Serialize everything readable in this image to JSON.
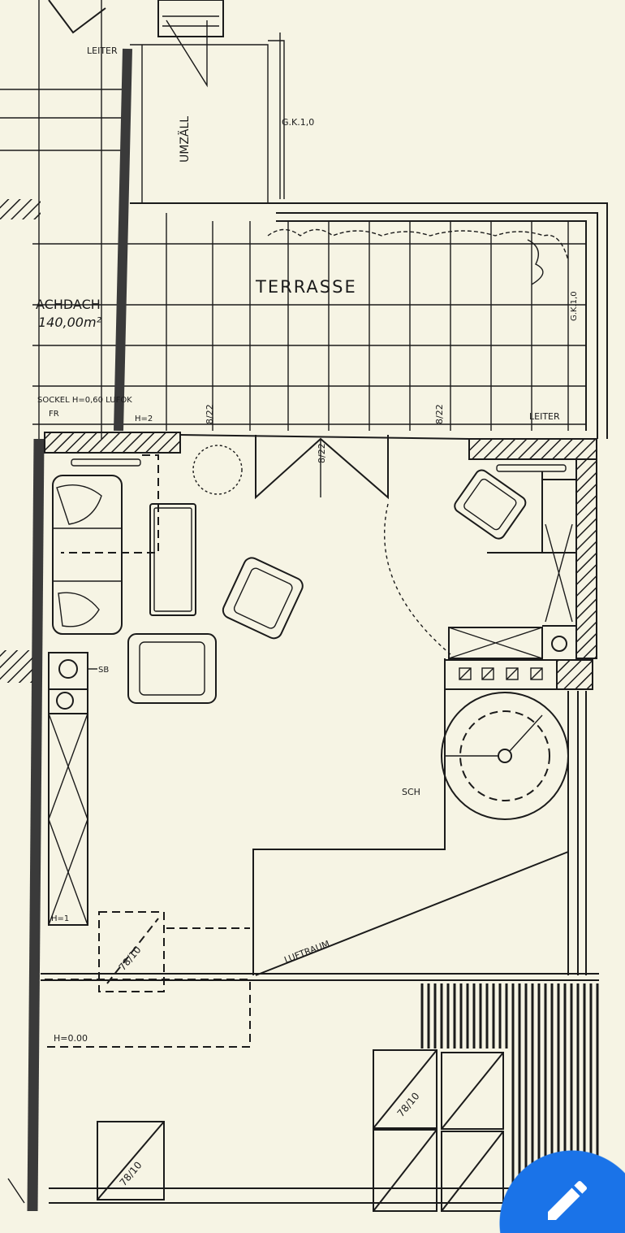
{
  "plan": {
    "labels": {
      "leiter_top": "LEITER",
      "room_vertical": "UMZÄLL",
      "gk": "G.K.1,0",
      "terrasse": "TERRASSE",
      "flachdach": "ACHDACH",
      "flachdach_area": "140,00m²",
      "sockel": "SOCKEL H=0,60 LUFOK",
      "fr": "FR",
      "h2": "H=2",
      "step1": "8/22",
      "step2": "8/22",
      "step3": "8/22",
      "leiter_right": "LEITER",
      "gk_right": "G.K.1,0",
      "sb": "SB",
      "sch": "SCH",
      "luftraum": "LUFTRAUM",
      "h1": "H=1",
      "h0": "H=0.00",
      "win1": "78/10",
      "win2": "78/10",
      "win3": "78/10"
    }
  },
  "fab": {
    "icon": "pencil-icon",
    "color": "#1a73e8"
  }
}
